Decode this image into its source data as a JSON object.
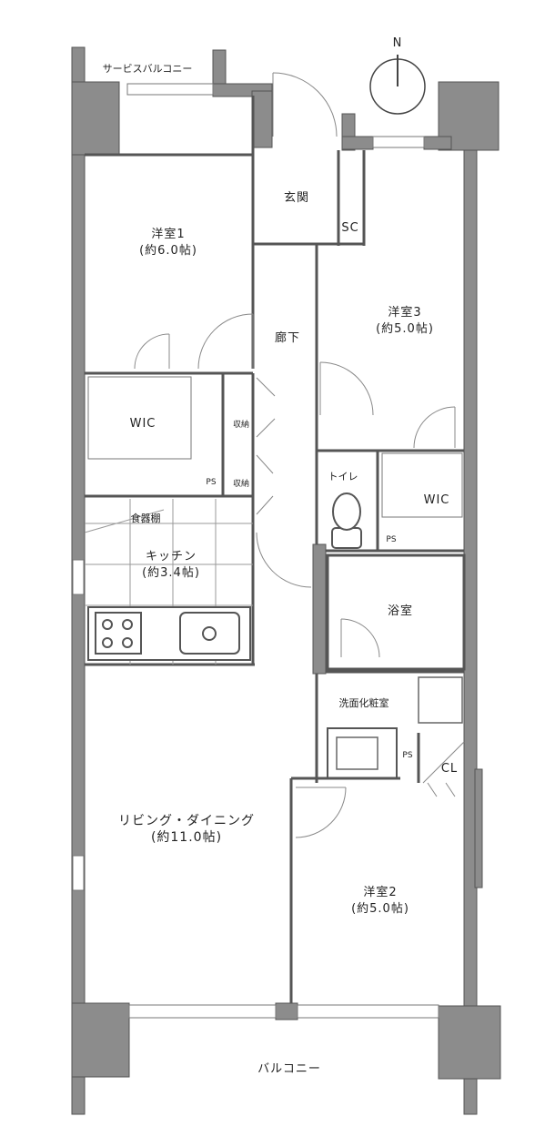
{
  "compass": {
    "north_label": "N"
  },
  "outside": {
    "service_balcony": "サービスバルコニー",
    "balcony": "バルコニー"
  },
  "rooms": {
    "bedroom1": {
      "name": "洋室1",
      "size": "(約6.0帖)"
    },
    "entrance": {
      "name": "玄関"
    },
    "shoe_closet": {
      "name": "SC"
    },
    "hallway": {
      "name": "廊下"
    },
    "bedroom3": {
      "name": "洋室3",
      "size": "(約5.0帖)"
    },
    "wic1": {
      "name": "WIC"
    },
    "storage1": {
      "name": "収納"
    },
    "storage2": {
      "name": "収納"
    },
    "ps1": {
      "name": "PS"
    },
    "toilet": {
      "name": "トイレ"
    },
    "wic2": {
      "name": "WIC"
    },
    "ps2": {
      "name": "PS"
    },
    "cupboard": {
      "name": "食器棚"
    },
    "kitchen": {
      "name": "キッチン",
      "size": "(約3.4帖)"
    },
    "bathroom": {
      "name": "浴室"
    },
    "washroom": {
      "name": "洗面化粧室"
    },
    "ps3": {
      "name": "PS"
    },
    "closet": {
      "name": "CL"
    },
    "living": {
      "name": "リビング・ダイニング",
      "size": "(約11.0帖)"
    },
    "bedroom2": {
      "name": "洋室2",
      "size": "(約5.0帖)"
    }
  },
  "colors": {
    "wall": "#8c8c8c",
    "wall_edge": "#555555",
    "line": "#555555"
  }
}
